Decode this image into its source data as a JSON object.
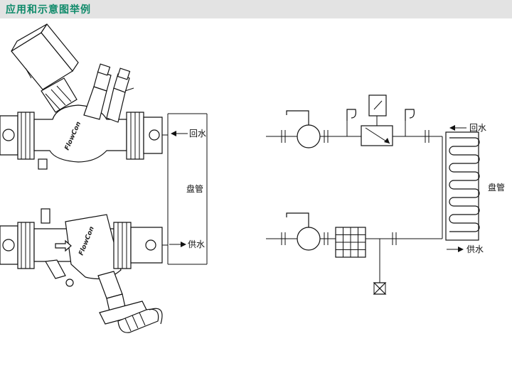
{
  "header": {
    "title": "应用和示意图举例"
  },
  "left_diagram": {
    "return_label": "回水",
    "coil_label": "盘管",
    "supply_label": "供水",
    "brand_top": "FlowCon",
    "brand_bottom": "FlowCon"
  },
  "right_diagram": {
    "return_label": "回水",
    "coil_label": "盘管",
    "supply_label": "供水"
  }
}
